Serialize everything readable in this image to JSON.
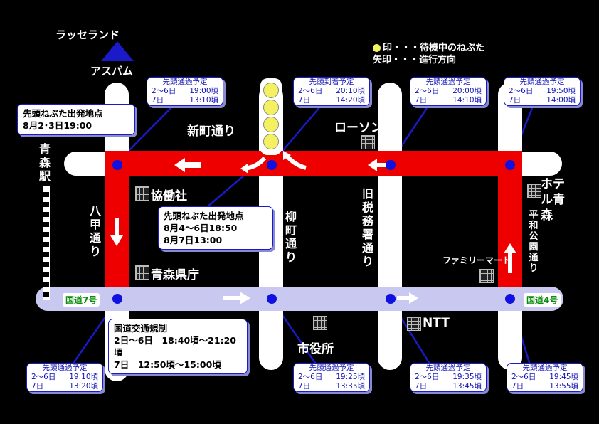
{
  "landmarks": {
    "lasseland": "ラッセランド",
    "aspam": "アスパム",
    "aomori_station": "青森駅",
    "kyodosha": "協働社",
    "kencho": "青森県庁",
    "hotel": "ホテル青森",
    "lawson": "ローソン",
    "familymart": "ファミリーマート",
    "ntt": "NTT",
    "shiyakusho": "市役所"
  },
  "roads": {
    "shinmachi": "新町通り",
    "hakko": "八甲通り",
    "yanagimachi": "柳町通り",
    "kyuzeimusho": "旧税務署通り",
    "heiwakoen": "平和公園通り",
    "route7": "国道7号",
    "route4": "国道4号"
  },
  "legend": {
    "dot_text": "印・・・待機中のねぶた",
    "arrow_text": "矢印・・・進行方向"
  },
  "colors": {
    "route": "#ee0000",
    "national_road": "#c8c8f0",
    "dot": "#1010e0",
    "signal": "#f5f060"
  },
  "callouts": {
    "start1": {
      "title": "先頭ねぶた出発地点",
      "line1": "8月2･3日19:00"
    },
    "start2": {
      "title": "先頭ねぶた出発地点",
      "line1": "8月4～6日18:50",
      "line2": "8月7日13:00"
    },
    "traffic": {
      "title": "国道交通規制",
      "line1": "2日～6日　18:40頃～21:20頃",
      "line2": "7日　12:50頃～15:00頃"
    },
    "t_top1": {
      "title": "先頭通過予定",
      "d1": "2～6日",
      "v1": "19:00頃",
      "d2": "7日",
      "v2": "13:10頃"
    },
    "t_top2": {
      "title": "先頭到着予定",
      "d1": "2～6日",
      "v1": "20:10頃",
      "d2": "7日",
      "v2": "14:20頃"
    },
    "t_top3": {
      "title": "先頭通過予定",
      "d1": "2～6日",
      "v1": "20:00頃",
      "d2": "7日",
      "v2": "14:10頃"
    },
    "t_top4": {
      "title": "先頭通過予定",
      "d1": "2～6日",
      "v1": "19:50頃",
      "d2": "7日",
      "v2": "14:00頃"
    },
    "t_bot1": {
      "title": "先頭通過予定",
      "d1": "2～6日",
      "v1": "19:10頃",
      "d2": "7日",
      "v2": "13:20頃"
    },
    "t_bot2": {
      "title": "先頭通過予定",
      "d1": "2～6日",
      "v1": "19:25頃",
      "d2": "7日",
      "v2": "13:35頃"
    },
    "t_bot3": {
      "title": "先頭通過予定",
      "d1": "2～6日",
      "v1": "19:35頃",
      "d2": "7日",
      "v2": "13:45頃"
    },
    "t_bot4": {
      "title": "先頭通過予定",
      "d1": "2～6日",
      "v1": "19:45頃",
      "d2": "7日",
      "v2": "13:55頃"
    }
  }
}
